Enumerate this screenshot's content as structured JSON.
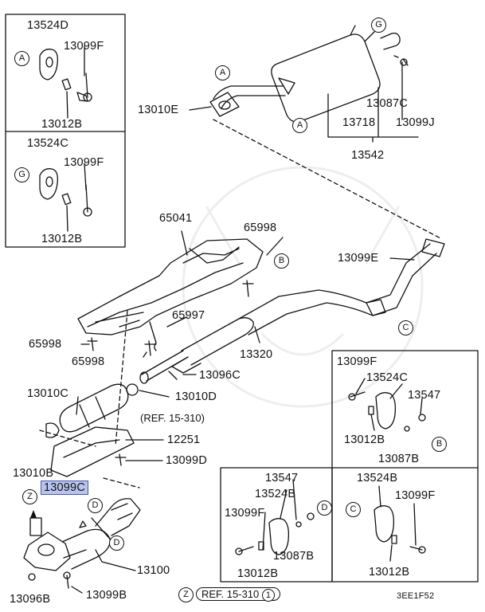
{
  "diagram": {
    "inset_a": {
      "bracket": "13524D",
      "bolt": "13099F",
      "pin": "13012B",
      "marker": "A"
    },
    "inset_g": {
      "bracket": "13524C",
      "bolt": "13099F",
      "pin": "13012B",
      "marker": "G"
    },
    "muffler": {
      "gasket": "13010E",
      "clip": "13087C",
      "main": "13718",
      "bolt": "13099J",
      "assembly": "13542"
    },
    "heat_shield": {
      "shield": "65041",
      "clip_upper": "65998",
      "clip_side": "65998",
      "clip_lower": "65998",
      "clamp": "65997"
    },
    "center_pipe": {
      "bolt_e": "13099E",
      "resonator": "13320",
      "nut": "13096C",
      "gasket_d": "13010D"
    },
    "converter": {
      "gasket_c": "13010C",
      "shield": "12251",
      "bolt_d": "13099D",
      "ref": "(REF. 15-310)"
    },
    "front_pipe": {
      "gasket_b": "13010B",
      "bolt_c": "13099C",
      "pipe": "13100",
      "bolt_b": "13099B",
      "nut_b": "13096B"
    },
    "inset_b": {
      "bolt": "13099F",
      "bracket": "13524C",
      "ring": "13547",
      "pin": "13012B",
      "clip": "13087B",
      "marker": "B"
    },
    "inset_d": {
      "ring": "13547",
      "bracket": "13524B",
      "bolt": "13099F",
      "clip": "13087B",
      "pin": "13012B",
      "marker": "D"
    },
    "inset_c": {
      "bracket": "13524B",
      "bolt": "13099F",
      "pin": "13012B",
      "marker": "C"
    },
    "footer": {
      "z_marker": "Z",
      "ref": "REF. 15-310",
      "ref_num": "1",
      "code": "3EE1F52"
    },
    "markers": {
      "a": "A",
      "b": "B",
      "c": "C",
      "d": "D",
      "g": "G",
      "z": "Z"
    }
  },
  "colors": {
    "highlight": "#b8c4ec",
    "line": "#111111"
  }
}
